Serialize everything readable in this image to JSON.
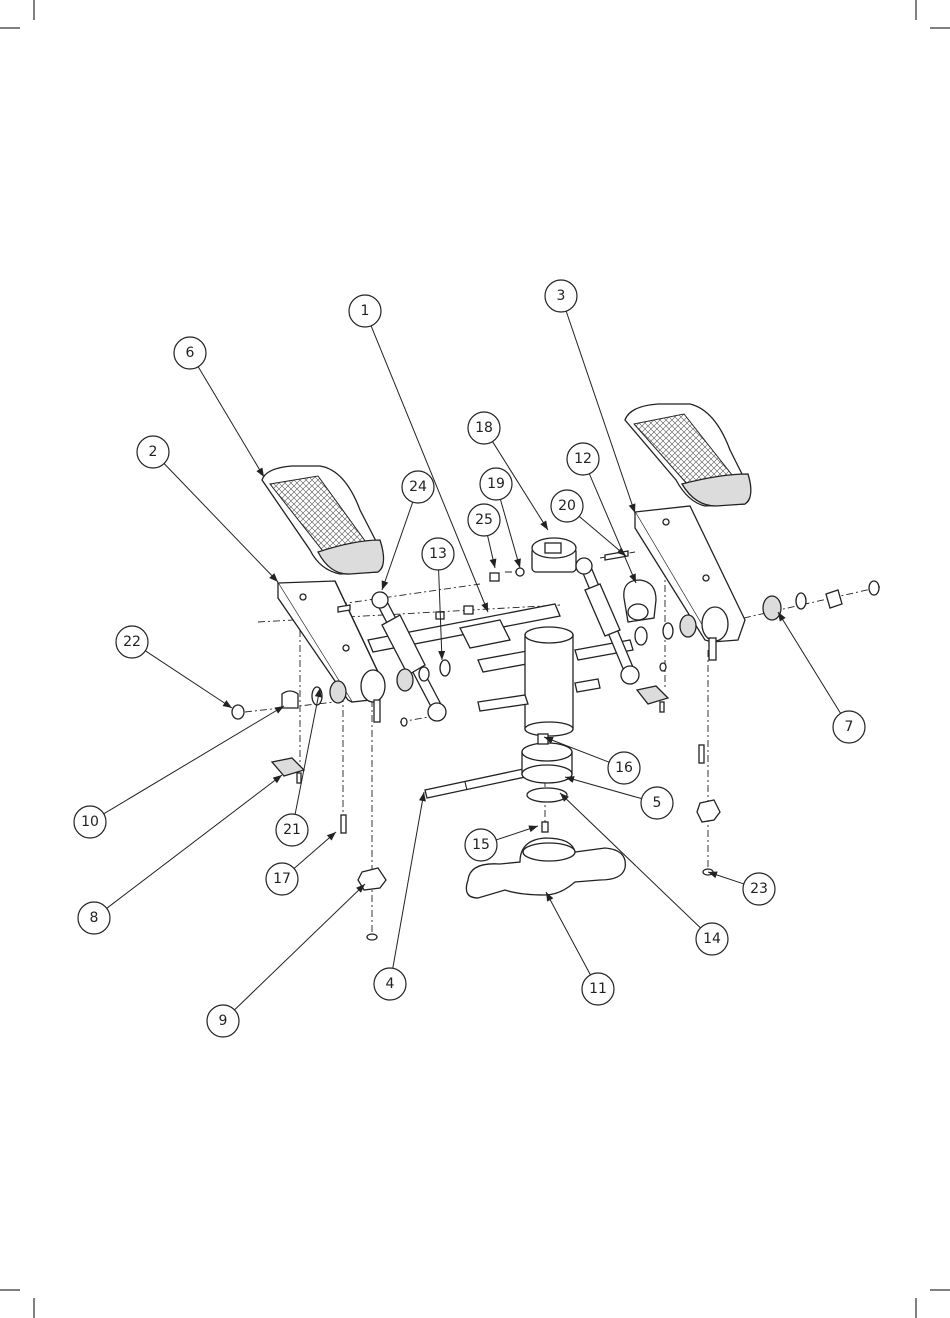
{
  "diagram": {
    "kind": "exploded-parts-view",
    "callouts": [
      {
        "id": "1",
        "label": "1"
      },
      {
        "id": "2",
        "label": "2"
      },
      {
        "id": "3",
        "label": "3"
      },
      {
        "id": "4",
        "label": "4"
      },
      {
        "id": "5",
        "label": "5"
      },
      {
        "id": "6",
        "label": "6"
      },
      {
        "id": "7",
        "label": "7"
      },
      {
        "id": "8",
        "label": "8"
      },
      {
        "id": "9",
        "label": "9"
      },
      {
        "id": "10",
        "label": "10"
      },
      {
        "id": "11",
        "label": "11"
      },
      {
        "id": "12",
        "label": "12"
      },
      {
        "id": "13",
        "label": "13"
      },
      {
        "id": "14",
        "label": "14"
      },
      {
        "id": "15",
        "label": "15"
      },
      {
        "id": "16",
        "label": "16"
      },
      {
        "id": "17",
        "label": "17"
      },
      {
        "id": "18",
        "label": "18"
      },
      {
        "id": "19",
        "label": "19"
      },
      {
        "id": "20",
        "label": "20"
      },
      {
        "id": "21",
        "label": "21"
      },
      {
        "id": "22",
        "label": "22"
      },
      {
        "id": "23",
        "label": "23"
      },
      {
        "id": "24",
        "label": "24"
      },
      {
        "id": "25",
        "label": "25"
      }
    ]
  },
  "colors": {
    "ink": "#222222",
    "paper": "#ffffff",
    "fill": "#dcdcdc"
  }
}
